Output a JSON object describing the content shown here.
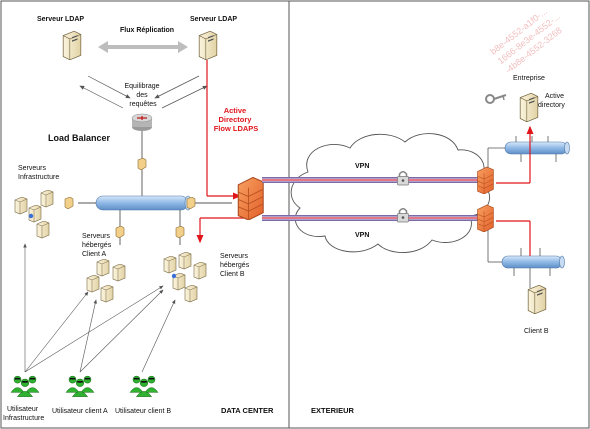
{
  "labels": {
    "ldap_left": "Serveur LDAP",
    "ldap_right": "Serveur LDAP",
    "replication": "Flux Réplication",
    "balancing": [
      "Equilibrage",
      "des",
      "requêtes"
    ],
    "load_balancer": "Load Balancer",
    "ad_flow": [
      "Active",
      "Directory",
      "Flow LDAPS"
    ],
    "infra_servers": [
      "Serveurs",
      "Infrastructure"
    ],
    "hosted_a": [
      "Serveurs",
      "hébergés",
      "Client A"
    ],
    "hosted_b": [
      "Serveurs",
      "hébergés",
      "Client B"
    ],
    "user_infra": [
      "Utilisateur",
      "Infrastructure"
    ],
    "user_a": "Utilisateur client A",
    "user_b": "Utilisateur client B",
    "zone_datacenter": "DATA CENTER",
    "zone_exterior": "EXTERIEUR",
    "vpn_top": "VPN",
    "vpn_bottom": "VPN",
    "enterprise": "Entreprise",
    "active_directory": [
      "Active",
      "directory"
    ],
    "client_b": "Client B"
  },
  "watermark": [
    "b8e-4552-a1f0-...",
    "1666-8e3e-4552-...",
    "-4b8e-4552-3268"
  ],
  "colors": {
    "flow_red": "#e0161b",
    "bus_blue": "#9ec4ea",
    "firewall_orange": "#f07a30",
    "user_green": "#2fb230",
    "frame": "#555555"
  }
}
